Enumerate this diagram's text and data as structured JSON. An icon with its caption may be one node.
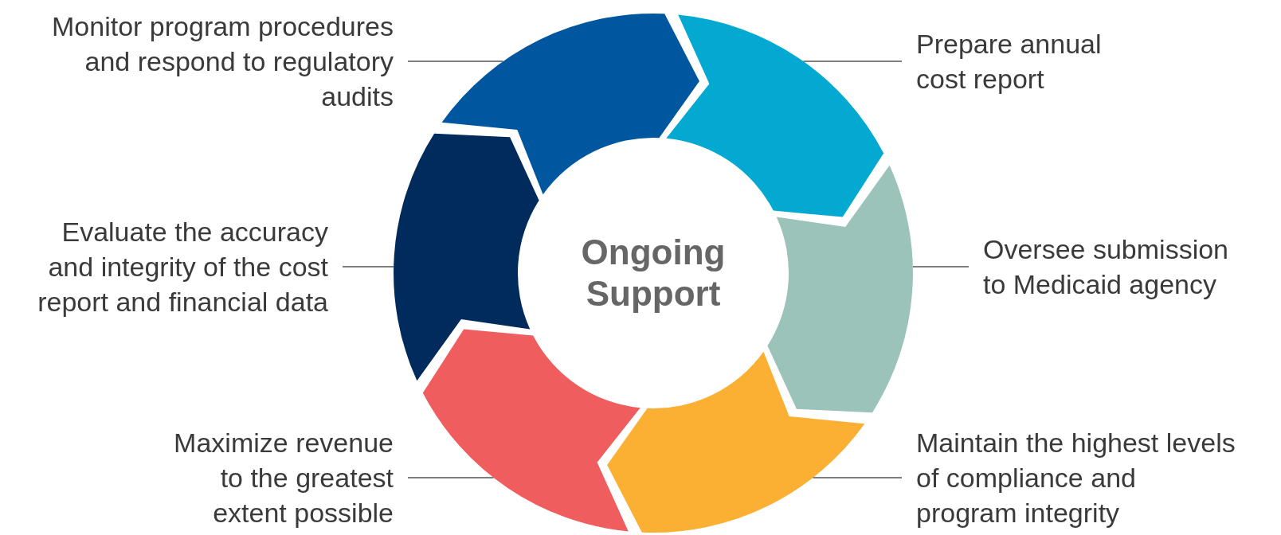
{
  "diagram": {
    "nodes": [
      {
        "text": [
          "Monitor program procedures and respond to regulatory audits"
        ]
      },
      {
        "text": [
          "Prepare annual cost report"
        ]
      },
      {
        "text": [
          "Evaluate the accuracy and integrity of the cost report and financial data"
        ]
      },
      {
        "text": [
          "Oversee submission to Medicaid agency"
        ]
      },
      {
        "text": [
          "Maximize revenue to the greatest extent possible"
        ]
      },
      {
        "text": [
          "Maintain the highest levels of compliance and program integrity"
        ]
      },
      {
        "text": [],
        "shape": "chevron"
      },
      {
        "text": [],
        "shape": "chevron"
      },
      {
        "text": [],
        "shape": "chevron"
      },
      {
        "text": [],
        "shape": "chevron"
      },
      {
        "text": [],
        "shape": "chevron"
      },
      {
        "text": [],
        "shape": "chevron"
      }
    ],
    "edges": [
      {
        "from": 0,
        "to": 6,
        "arrow": "none"
      },
      {
        "from": 1,
        "to": 7,
        "arrow": "none"
      },
      {
        "from": 2,
        "to": 11,
        "arrow": "none"
      },
      {
        "from": 3,
        "to": 8,
        "arrow": "none"
      },
      {
        "from": 4,
        "to": 10,
        "arrow": "none"
      },
      {
        "from": 5,
        "to": 9,
        "arrow": "none"
      }
    ],
    "labels": [
      "Ongoing Support"
    ]
  }
}
